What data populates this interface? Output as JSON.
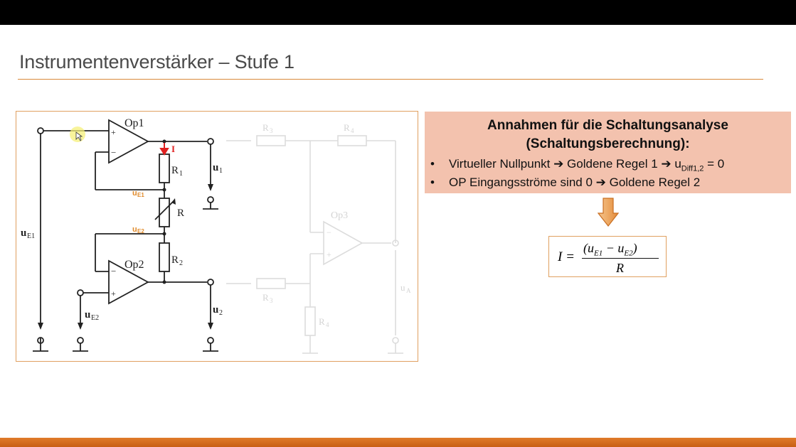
{
  "slide": {
    "title": "Instrumentenverstärker – Stufe 1"
  },
  "assumptions": {
    "title_line1": "Annahmen für die Schaltungsanalyse",
    "title_line2": "(Schaltungsberechnung):",
    "bullet1_pre": "Virtueller Nullpunkt ➔ Goldene Regel 1 ➔ u",
    "bullet1_sub": "Diff1,2",
    "bullet1_post": " = 0",
    "bullet2": "OP Eingangsströme sind 0 ➔ Goldene Regel 2"
  },
  "formula": {
    "lhs": "I =",
    "num_open": "(u",
    "num_sub1": "E1",
    "num_mid": " − u",
    "num_sub2": "E2",
    "num_close": ")",
    "den": "R"
  },
  "circuit": {
    "op1": "Op1",
    "op2": "Op2",
    "op3": "Op3",
    "r1": "R",
    "r1_sub": "1",
    "r2": "R",
    "r2_sub": "2",
    "r": "R",
    "current": "I",
    "ue1_label": "u",
    "ue1_sub": "E1",
    "ue2_label": "u",
    "ue2_sub": "E2",
    "ue1_node": "u",
    "ue1_node_sub": "E1",
    "ue2_node": "u",
    "ue2_node_sub": "E2",
    "u1": "u",
    "u1_sub": "1",
    "u2": "u",
    "u2_sub": "2",
    "r3a": "R",
    "r3a_sub": "3",
    "r4": "R",
    "r4_sub": "4",
    "r3b": "R",
    "r3b_sub": "3",
    "r4b": "R",
    "r4b_sub": "4",
    "ua": "u",
    "ua_sub": "A",
    "plus": "+",
    "minus": "−"
  },
  "colors": {
    "accent_orange": "#d9893a",
    "highlight_red": "#e02020",
    "box_fill": "#f3c2ae"
  }
}
